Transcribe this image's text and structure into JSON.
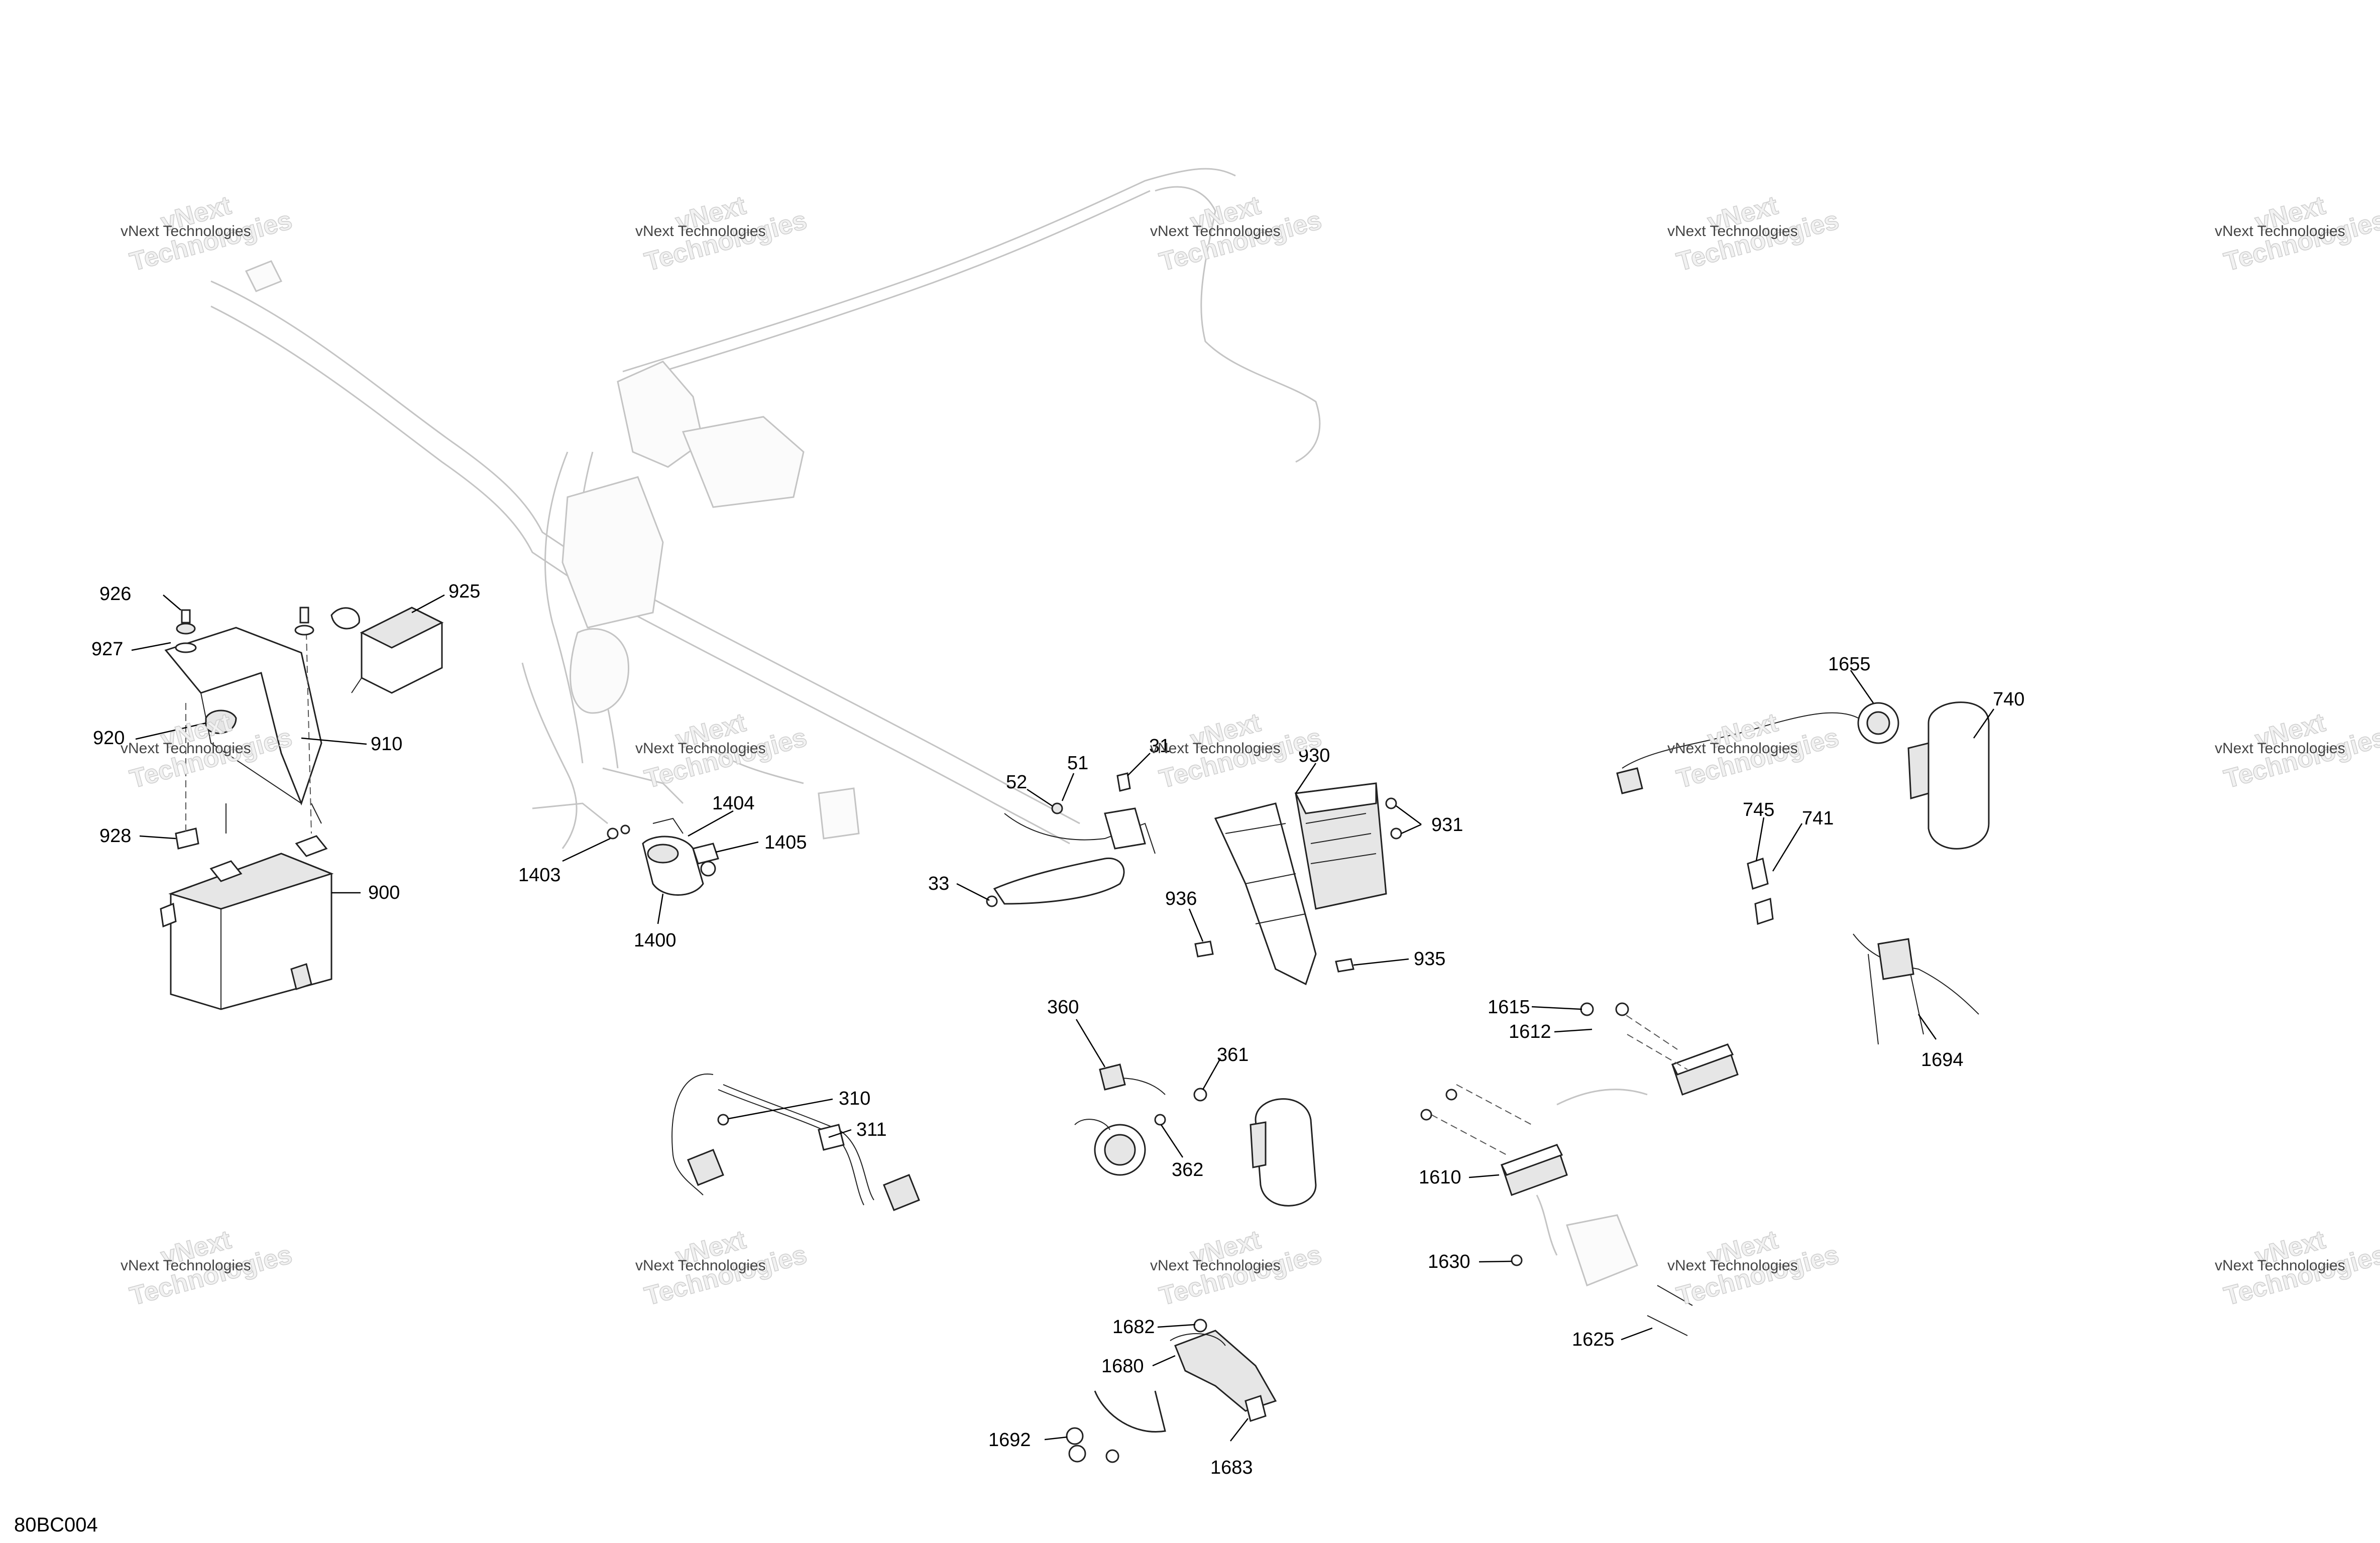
{
  "figure_id": "80BC004",
  "watermark": {
    "line1": "vNext Technologies",
    "line2": "vNext",
    "line3": "Technologies"
  },
  "callouts": {
    "c926": "926",
    "c927": "927",
    "c920": "920",
    "c910": "910",
    "c925": "925",
    "c928": "928",
    "c900": "900",
    "c1404": "1404",
    "c1405": "1405",
    "c1403": "1403",
    "c1400": "1400",
    "c52": "52",
    "c51": "51",
    "c31": "31",
    "c33": "33",
    "c930": "930",
    "c931": "931",
    "c936": "936",
    "c935": "935",
    "c1655": "1655",
    "c740": "740",
    "c745": "745",
    "c741": "741",
    "c1694": "1694",
    "c360": "360",
    "c361": "361",
    "c362": "362",
    "c310": "310",
    "c311": "311",
    "c1615": "1615",
    "c1612": "1612",
    "c1610": "1610",
    "c1630": "1630",
    "c1625": "1625",
    "c1682": "1682",
    "c1680": "1680",
    "c1692": "1692",
    "c1683": "1683"
  }
}
